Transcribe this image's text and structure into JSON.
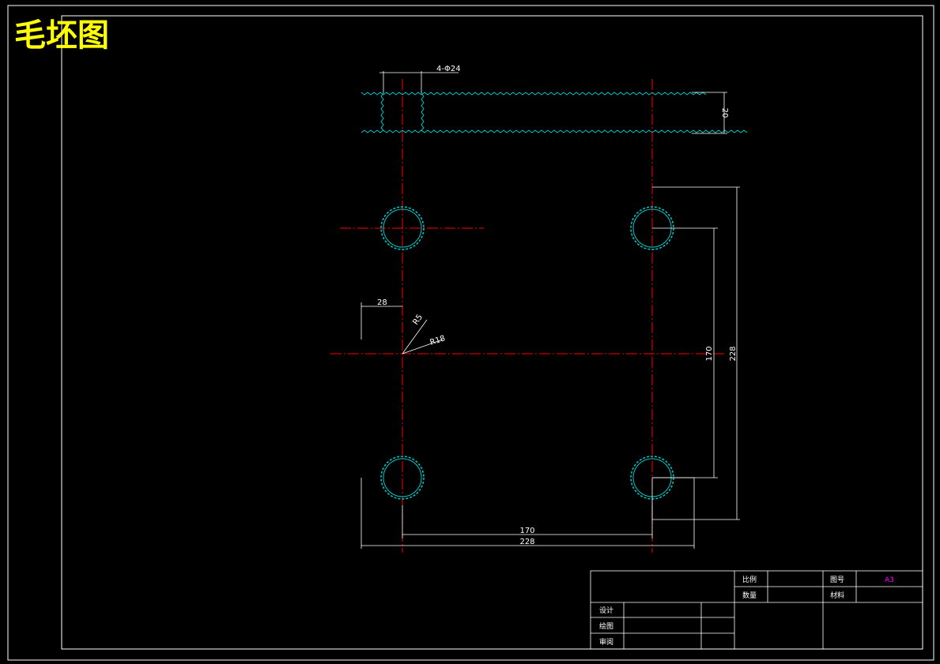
{
  "drawing": {
    "title": "毛坯图",
    "colors": {
      "background": "#000000",
      "border": "#ffffff",
      "centerline": "#ff0000",
      "hatch": "#00c8c8",
      "title": "#ffff00",
      "dimension": "#ffffff",
      "accent": "#ff00ff"
    }
  },
  "dimensions": {
    "top_hole_callout": "4-Φ24",
    "thickness": "20",
    "edge_offset": "28",
    "fillet_r_small": "R5",
    "fillet_r_large": "R18",
    "vertical_inner": "170",
    "vertical_outer": "228",
    "horizontal_inner": "170",
    "horizontal_outer": "228"
  },
  "title_block": {
    "scale_label": "比例",
    "scale_value": "",
    "drawing_no_label": "图号",
    "drawing_no_value": "A3",
    "quantity_label": "数量",
    "quantity_value": "",
    "material_label": "材料",
    "material_value": "",
    "design_label": "设计",
    "drafting_label": "绘图",
    "review_label": "审阅"
  }
}
